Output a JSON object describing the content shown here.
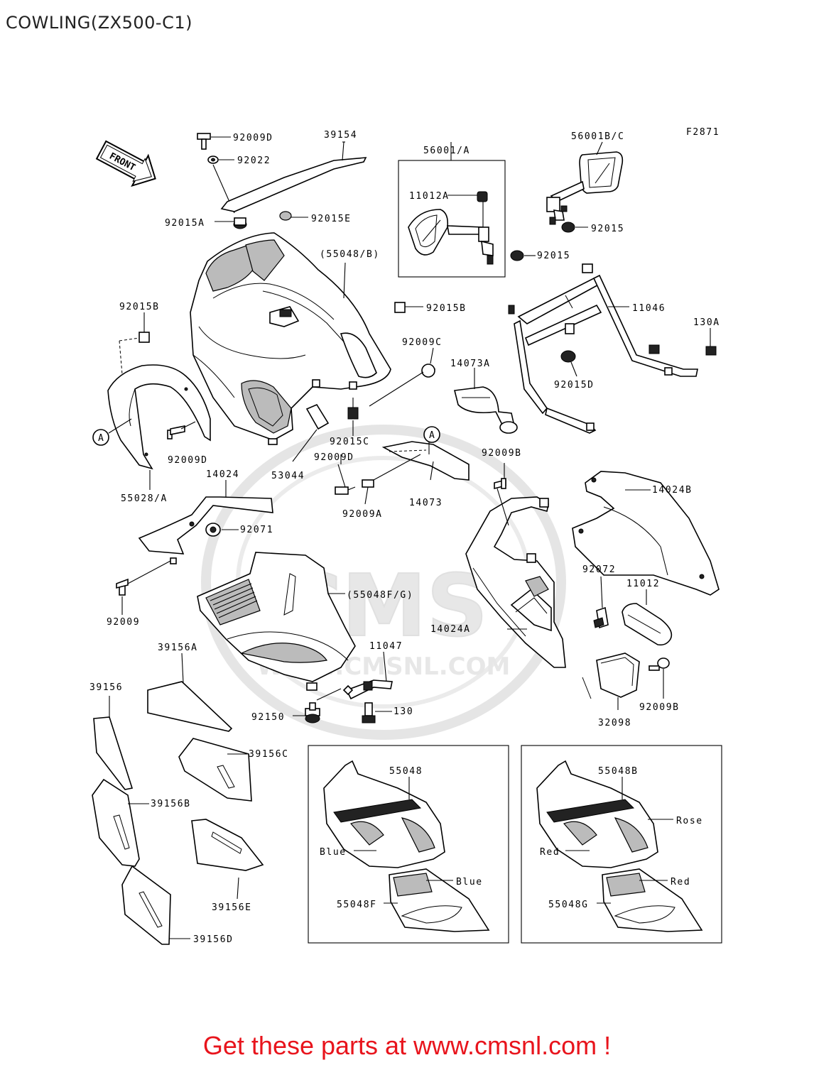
{
  "title": "COWLING(ZX500-C1)",
  "figure_code": "F2871",
  "front_label": "FRONT",
  "watermark": {
    "brand": "CMS",
    "url": "WWW.CMSNL.COM"
  },
  "footer": "Get these parts at www.cmsnl.com !",
  "labels": {
    "p92009D_top": "92009D",
    "p92022": "92022",
    "p39154": "39154",
    "p56001A": "56001/A",
    "p56001BC": "56001B/C",
    "p11012A": "11012A",
    "p92015A": "92015A",
    "p92015E": "92015E",
    "p92015_mirrorR": "92015",
    "p92015_mirrorL": "92015",
    "p55048B_paren": "(55048/B)",
    "p92015B_left": "92015B",
    "p92015B_right": "92015B",
    "p11046": "11046",
    "p130A": "130A",
    "p92009C": "92009C",
    "p14073A": "14073A",
    "p92015D": "92015D",
    "p92015C": "92015C",
    "p92009D_mid": "92009D",
    "p92009D_left": "92009D",
    "p53044": "53044",
    "p55028A": "55028/A",
    "p14024": "14024",
    "p92009A": "92009A",
    "p14073": "14073",
    "p92009B_mid": "92009B",
    "p14024B": "14024B",
    "p92071": "92071",
    "p92009": "92009",
    "p55048FG_paren": "(55048F/G)",
    "p92072": "92072",
    "p11012": "11012",
    "p14024A": "14024A",
    "p39156A": "39156A",
    "p11047": "11047",
    "p39156": "39156",
    "p92150": "92150",
    "p130": "130",
    "p32098": "32098",
    "p92009B_low": "92009B",
    "p39156C": "39156C",
    "p39156B": "39156B",
    "p39156E": "39156E",
    "p39156D": "39156D",
    "circleA_left": "A",
    "circleA_mid": "A"
  },
  "inset_left": {
    "top_part": "55048",
    "bottom_part": "55048F",
    "color_upper": "Blue",
    "color_lower": "Blue"
  },
  "inset_right": {
    "top_part": "55048B",
    "bottom_part": "55048G",
    "color_side": "Rose",
    "color_upper": "Red",
    "color_lower": "Red"
  },
  "colors": {
    "footer_text": "#e8141c",
    "watermark": "#d8d8d8",
    "line": "#000000"
  }
}
